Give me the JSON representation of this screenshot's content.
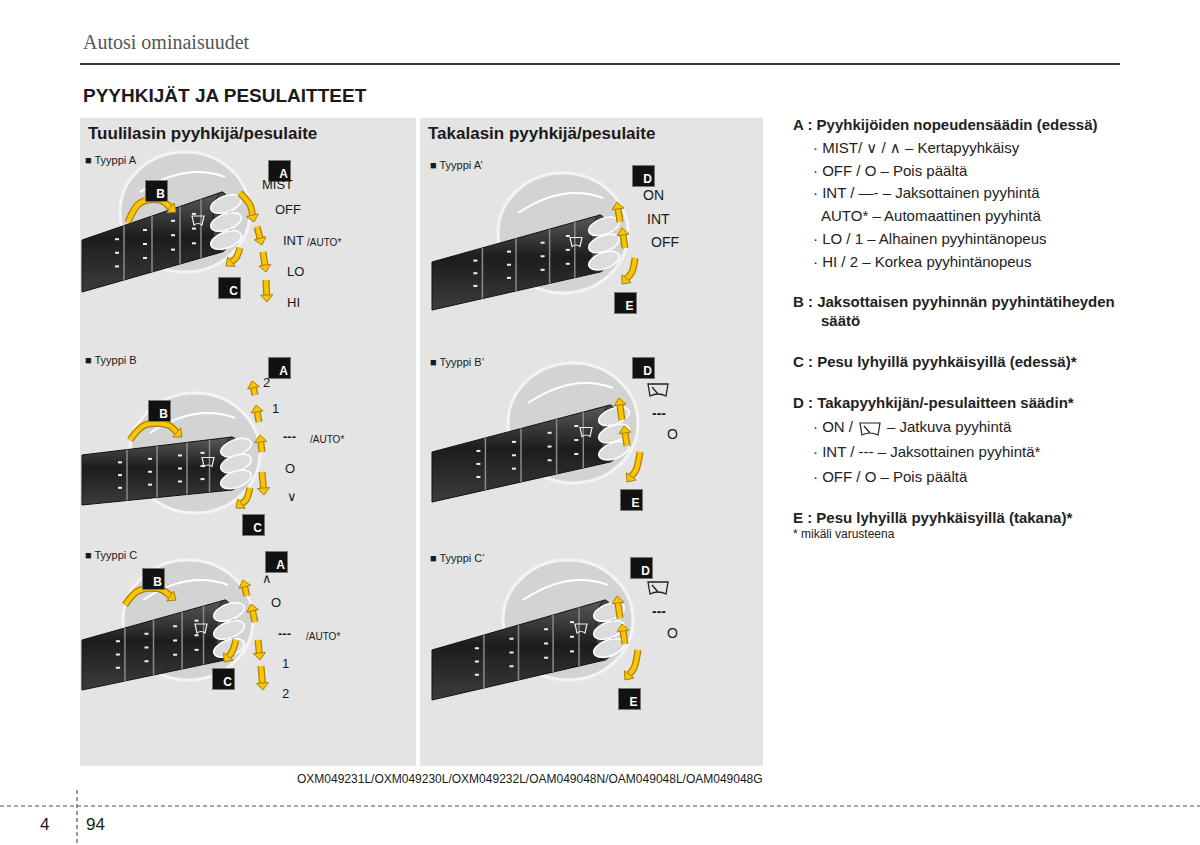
{
  "diagram": {
    "title": "PYYHKIJÄT JA PESULAITTEET",
    "nodes": [
      {
        "text": [
          "Tuulilasin pyyhkijä/pesulaite"
        ]
      },
      {
        "text": [
          "A"
        ],
        "in": 0
      },
      {
        "text": [
          "B"
        ],
        "in": 0
      },
      {
        "text": [
          "C"
        ],
        "in": 0
      },
      {
        "text": [
          "A"
        ],
        "in": 0
      },
      {
        "text": [
          "B"
        ],
        "in": 0
      },
      {
        "text": [
          "C"
        ],
        "in": 0
      },
      {
        "text": [
          "A"
        ],
        "in": 0
      },
      {
        "text": [
          "B"
        ],
        "in": 0
      },
      {
        "text": [
          "C"
        ],
        "in": 0
      },
      {
        "text": [
          "Takalasin pyyhkijä/pesulaite"
        ]
      },
      {
        "text": [
          "D"
        ],
        "in": 10
      },
      {
        "text": [
          "E"
        ],
        "in": 10
      },
      {
        "text": [
          "D"
        ],
        "in": 10
      },
      {
        "text": [
          "E"
        ],
        "in": 10
      },
      {
        "text": [
          "D"
        ],
        "in": 10
      },
      {
        "text": [
          "E"
        ],
        "in": 10
      }
    ],
    "labels": [
      "Autosi ominaisuudet",
      "■ Tyyppi A",
      "MIST",
      "OFF",
      "INT",
      "/AUTO*",
      "LO",
      "HI",
      "■ Tyyppi B",
      "2",
      "1",
      "---",
      "/AUTO*",
      "O",
      "∨",
      "■ Tyyppi C",
      "∧",
      "O",
      "---",
      "/AUTO*",
      "1",
      "2",
      "■ Tyyppi A’",
      "ON",
      "INT",
      "OFF",
      "■ Tyyppi B’",
      "---",
      "O",
      "■ Tyyppi C’",
      "---",
      "O",
      "OXM049231L/OXM049230L/OXM049232L/OAM049048N/OAM049048L/OAM049048G",
      "A : Pyyhkijöiden nopeudensäädin (edessä)",
      "· MIST/ ∨ / ∧ – Kertapyyhkäisy",
      "· OFF / O – Pois päältä",
      "· INT / —- – Jaksottainen pyyhintä",
      "AUTO* – Automaattinen pyyhintä",
      "· LO / 1 – Alhainen pyyhintänopeus",
      "· HI / 2 – Korkea pyyhintänopeus",
      "B : Jaksottaisen pyyhinnän pyyhintätiheyden säätö",
      "C : Pesu lyhyillä pyyhkäisyillä (edessä)*",
      "D : Takapyyhkijän/-pesulaitteen säädin*",
      "· ON /",
      "– Jatkuva pyyhintä",
      "· INT / --- – Jaksottainen pyyhintä*",
      "· OFF / O – Pois päältä",
      "E : Pesu lyhyillä pyyhkäisyillä (takana)*",
      "* mikäli varusteena",
      "4",
      "94"
    ]
  }
}
